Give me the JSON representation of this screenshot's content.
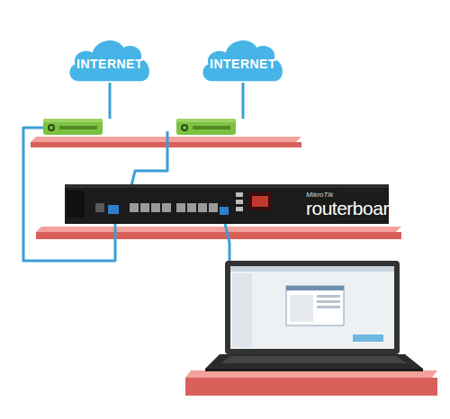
{
  "diagram": {
    "nodes": [
      {
        "text": [
          "INTERNET"
        ]
      },
      {
        "text": [
          "INTERNET"
        ]
      },
      {
        "text": [
          "MikroTik",
          "routerboard"
        ]
      }
    ]
  }
}
